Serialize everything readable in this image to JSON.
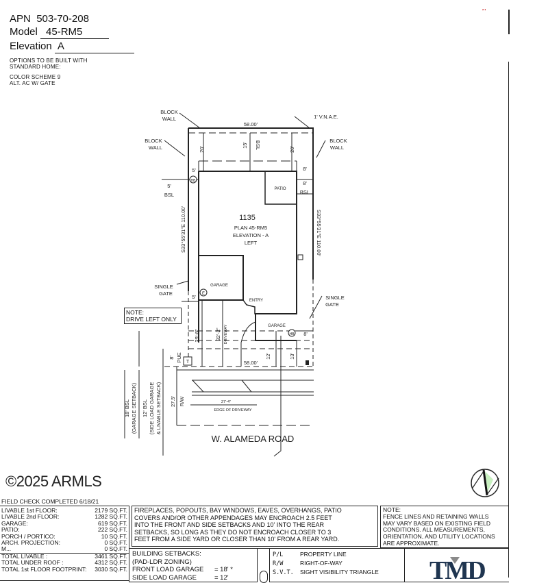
{
  "header": {
    "apn_label": "APN",
    "apn": "503-70-208",
    "model_label": "Model",
    "model": "45-RM5",
    "elevation_label": "Elevation",
    "elevation": "A",
    "options_title": "OPTIONS TO BE BUILT WITH",
    "options_title2": "STANDARD HOME:",
    "option_1": "COLOR SCHEME 9",
    "option_2": "ALT. AC W/ GATE"
  },
  "corner_mark": "”’",
  "plan": {
    "lot_number": "1135",
    "plan_name": "PLAN 45-RM5",
    "elevation": "ELEVATION - A",
    "handing": "LEFT",
    "labels": {
      "block_wall_top": [
        "BLOCK",
        "WALL"
      ],
      "block_wall_left": [
        "BLOCK",
        "WALL"
      ],
      "block_wall_right": [
        "BLOCK",
        "WALL"
      ],
      "vnae": "1' V.N.A.E.",
      "rear_width": "58.00'",
      "front_width": "58.00'",
      "rear_setback_left": "20'",
      "rear_setback_mid": "15'",
      "rear_bsl": "BSL",
      "rear_setback_right": "20'",
      "side_5_top": "5'",
      "side_bsl_left_dim": "5'",
      "side_bsl_left": "BSL",
      "side_8_top": "8'",
      "side_8_bsl_dim": "8'",
      "side_bsl_right": "BSL",
      "patio": "PATIO",
      "left_bearing": "S33°55'31\"E 110.00'",
      "right_bearing": "S33°55'31\"E 110.00'",
      "single_gate_left": [
        "SINGLE",
        "GATE"
      ],
      "single_gate_right": [
        "SINGLE",
        "GATE"
      ],
      "garage_1": "GARAGE",
      "garage_2": "GARAGE",
      "entry": "ENTRY",
      "side_5_bottom": "5'",
      "side_8_bottom": "8'",
      "hb": "HB",
      "e": "E",
      "t": "T",
      "drive_note": [
        "NOTE:",
        "DRIVE LEFT ONLY"
      ],
      "dim_29_8": "29'-8\"",
      "dim_32_2": "32'-2\"",
      "driveway": "DRIVEWAY",
      "dim_12": "12'",
      "dim_13": "13'",
      "dim_8_pue": "8'",
      "pue": "PUE",
      "bsl_18": "18' BSL",
      "bsl_18_note": "(GARAGE SETBACK)",
      "bsl_12": "12' BSL",
      "bsl_12_note": "(SIDE LOAD GARAGE",
      "bsl_12_note2": "& LIVABLE SETBACK)",
      "rw_dim": "27.5'",
      "rw": "R/W",
      "dim_27_4": "27'-4\"",
      "edge_of_driveway": "EDGE OF DRIVEWAY",
      "street": "W. ALAMEDA ROAD"
    }
  },
  "field_check": "FIELD CHECK COMPLETED 6/18/21",
  "areas": [
    {
      "label": "LIVABLE 1st FLOOR:",
      "value": "2179 SQ.FT."
    },
    {
      "label": "LIVABLE 2nd FLOOR:",
      "value": "1282 SQ.FT."
    },
    {
      "label": "GARAGE:",
      "value": "619 SQ.FT."
    },
    {
      "label": "PATIO:",
      "value": "222 SQ.FT."
    },
    {
      "label": "PORCH / PORTICO:",
      "value": "10 SQ.FT."
    },
    {
      "label": "ARCH. PROJECTION:",
      "value": "0 SQ.FT."
    },
    {
      "label": "M...",
      "value": "0 SQ.FT."
    },
    {
      "label": "TOTAL LIVABLE :",
      "value": "3461 SQ.FT."
    },
    {
      "label": "TOTAL UNDER ROOF :",
      "value": "4312 SQ.FT."
    },
    {
      "label": "TOTAL 1st FLOOR FOOTPRINT:",
      "value": "3030 SQ.FT."
    }
  ],
  "watermark": "©2025 ARMLS",
  "encroach_note": [
    "FIREPLACES, POPOUTS, BAY WINDOWS, EAVES, OVERHANGS, PATIO",
    "COVERS AND/OR OTHER APPENDAGES MAY ENCROACH 2.5 FEET",
    "INTO THE FRONT AND SIDE SETBACKS AND 10' INTO THE REAR",
    "SETBACKS, SO LONG AS THEY DO NOT ENCROACH CLOSER TO 3",
    "FEET FROM A SIDE YARD OR CLOSER THAN 10' FROM A REAR YARD."
  ],
  "fence_note": [
    "NOTE:",
    "FENCE LINES AND RETAINING WALLS",
    "MAY VARY BASED ON EXISTING FIELD",
    "CONDITIONS.  ALL MEASUREMENTS,",
    "ORIENTATION, AND UTILITY LOCATIONS",
    "ARE APPROXIMATE."
  ],
  "setbacks": {
    "title": "BUILDING SETBACKS:",
    "zoning": "(PAD-LDR ZONING)",
    "front_load_label": "FRONT LOAD GARAGE",
    "front_load_value": "= 18' *",
    "side_load_label": "SIDE LOAD GARAGE",
    "side_load_value": "= 12'"
  },
  "legend": [
    {
      "abbr": "P/L",
      "meaning": "PROPERTY LINE"
    },
    {
      "abbr": "R/W",
      "meaning": "RIGHT-OF-WAY"
    },
    {
      "abbr": "S.V.T.",
      "meaning": "SIGHT VISIBILITY TRIANGLE"
    }
  ],
  "logo": "TMD",
  "colors": {
    "logo": "#1f3550",
    "logo_accent": "#8a8a8a",
    "north_arrow_fill": "#c8f0c0",
    "line": "#222222"
  }
}
